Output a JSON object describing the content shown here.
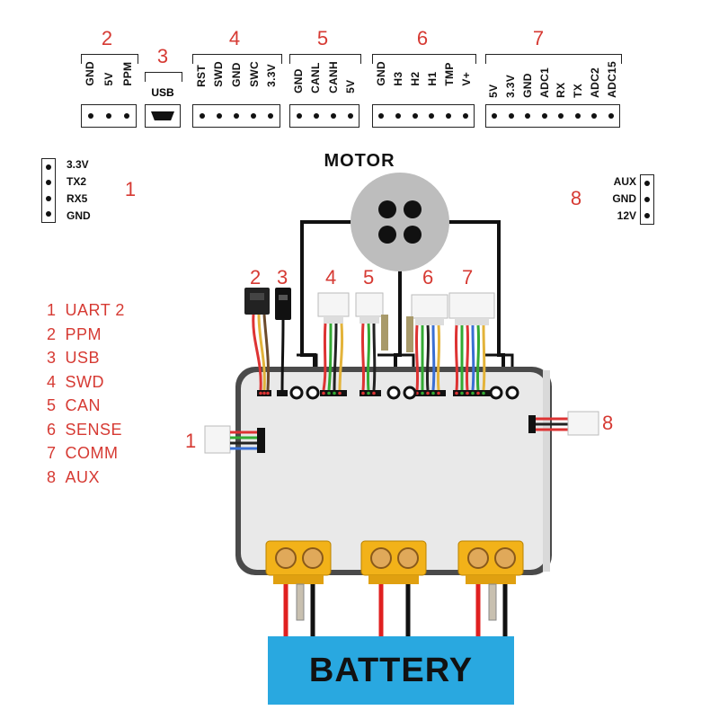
{
  "headers": [
    {
      "num": "2",
      "pins": [
        "GND",
        "5V",
        "PPM"
      ]
    },
    {
      "num": "3",
      "pins": [
        "USB"
      ]
    },
    {
      "num": "4",
      "pins": [
        "RST",
        "SWD",
        "GND",
        "SWC",
        "3.3V"
      ]
    },
    {
      "num": "5",
      "pins": [
        "GND",
        "CANL",
        "CANH",
        "5V"
      ]
    },
    {
      "num": "6",
      "pins": [
        "GND",
        "H3",
        "H2",
        "H1",
        "TMP",
        "V+"
      ]
    },
    {
      "num": "7",
      "pins": [
        "5V",
        "3.3V",
        "GND",
        "ADC1",
        "RX",
        "TX",
        "ADC2",
        "ADC15"
      ]
    }
  ],
  "uart_header": {
    "num": "1",
    "pins": [
      "3.3V",
      "TX2",
      "RX5",
      "GND"
    ]
  },
  "aux_header": {
    "num": "8",
    "pins": [
      "AUX",
      "GND",
      "12V"
    ]
  },
  "motor": {
    "label": "MOTOR"
  },
  "battery": {
    "label": "BATTERY"
  },
  "legend": [
    {
      "num": "1",
      "label": "UART 2"
    },
    {
      "num": "2",
      "label": "PPM"
    },
    {
      "num": "3",
      "label": "USB"
    },
    {
      "num": "4",
      "label": "SWD"
    },
    {
      "num": "5",
      "label": "CAN"
    },
    {
      "num": "6",
      "label": "SENSE"
    },
    {
      "num": "7",
      "label": "COMM"
    },
    {
      "num": "8",
      "label": "AUX"
    }
  ],
  "cable_labels": [
    "2",
    "3",
    "4",
    "5",
    "6",
    "7",
    "1",
    "8"
  ],
  "colors": {
    "accent": "#d63a33",
    "battery": "#29a8e0",
    "xt60": "#f2b219"
  }
}
